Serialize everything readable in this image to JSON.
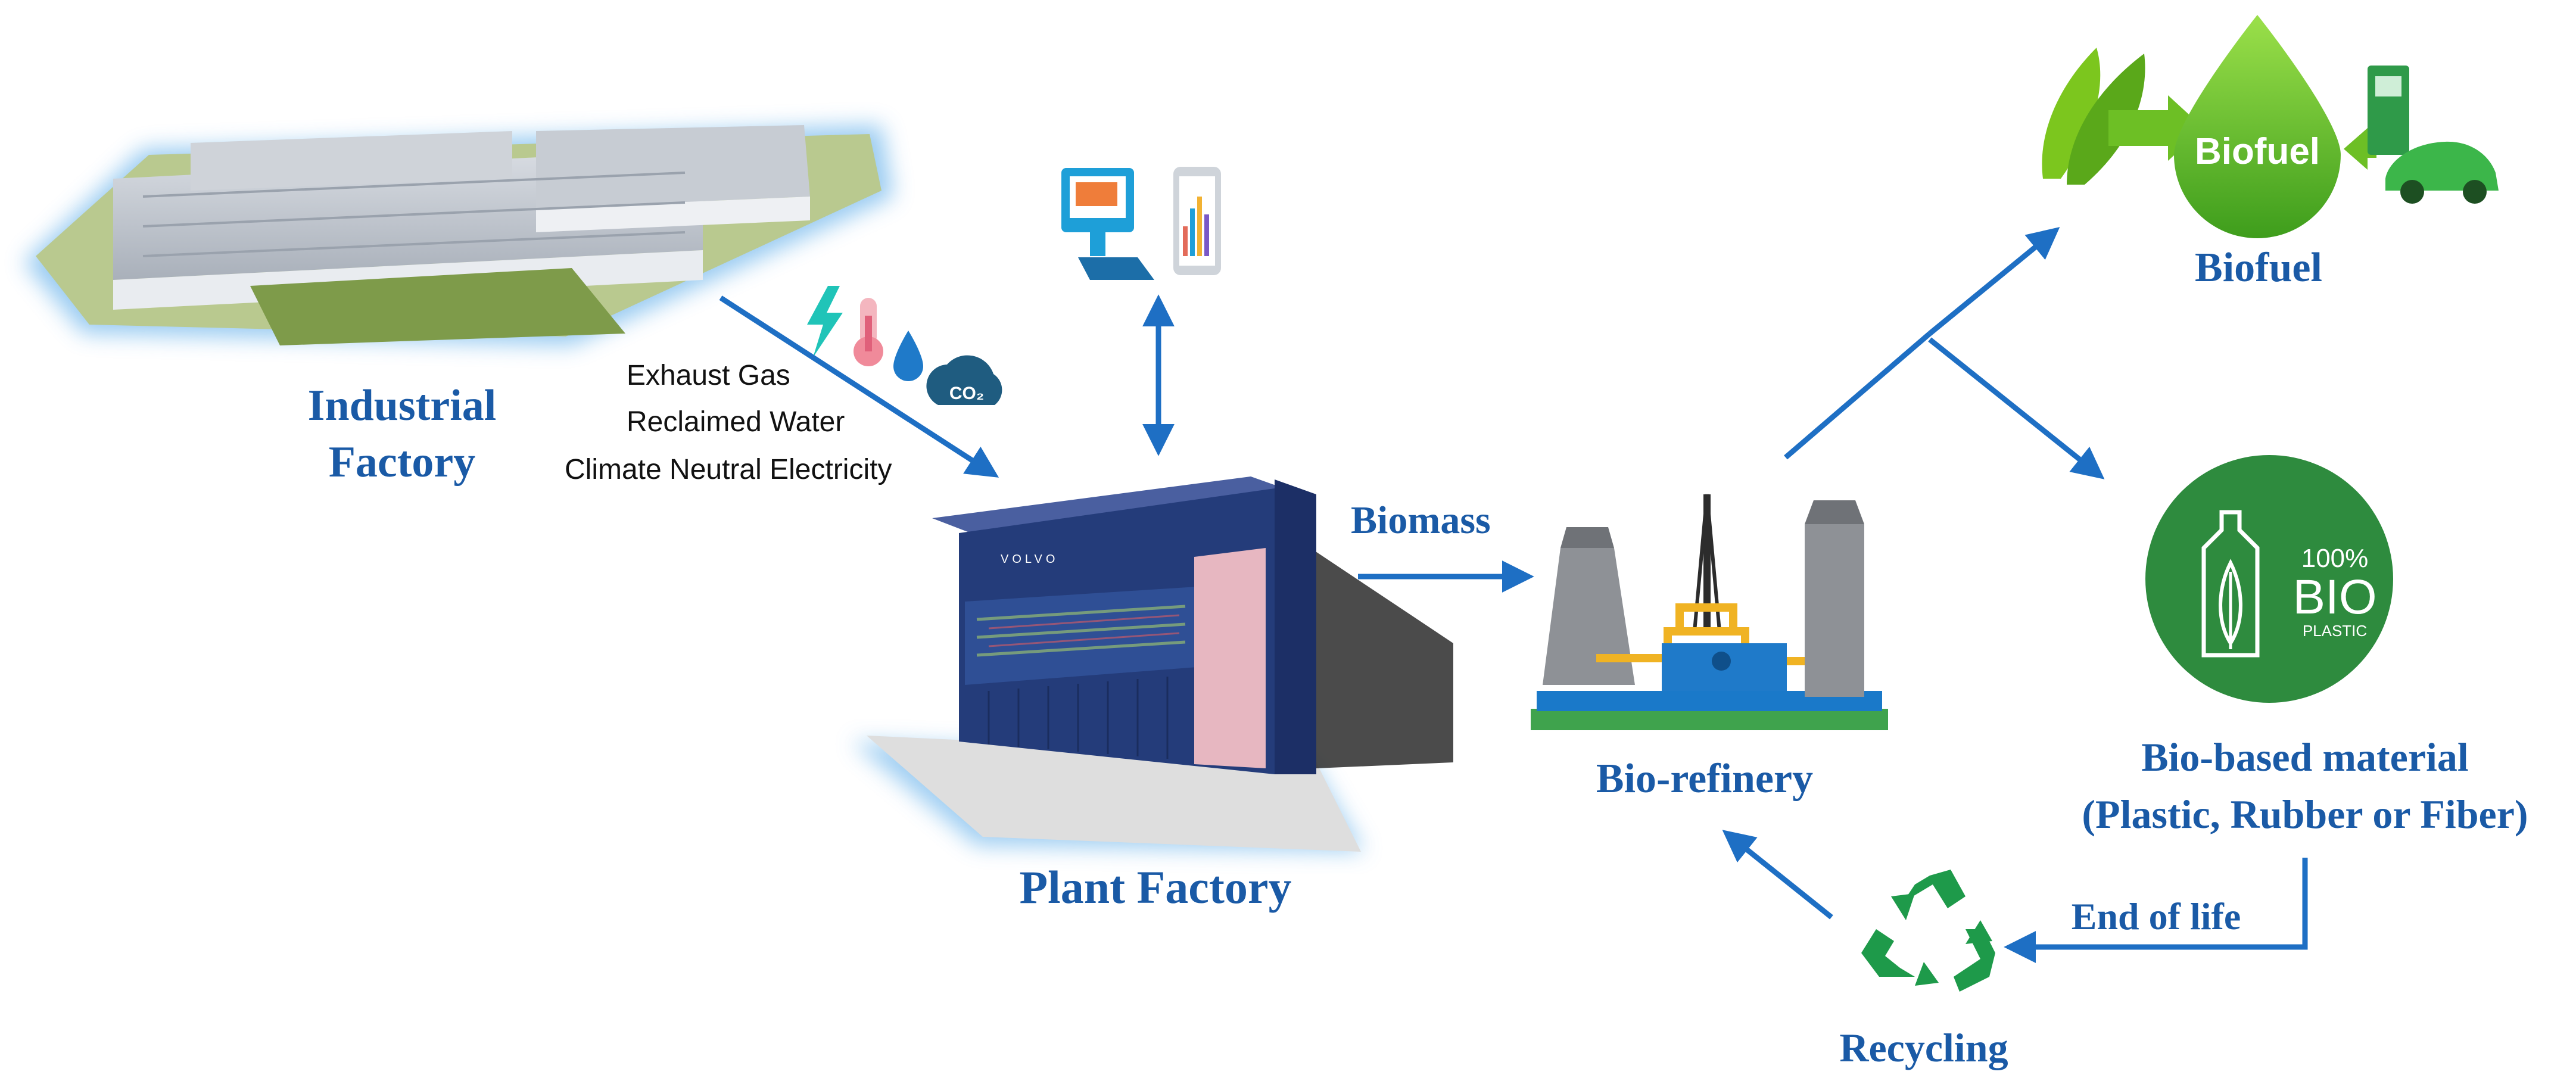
{
  "nodes": {
    "industrial_factory": {
      "line1": "Industrial",
      "line2": "Factory"
    },
    "plant_factory": {
      "label": "Plant Factory",
      "brand": "VOLVO"
    },
    "bio_refinery": {
      "label": "Bio-refinery"
    },
    "biofuel": {
      "label": "Biofuel",
      "drop_text": "Biofuel"
    },
    "bio_based_material": {
      "line1": "Bio-based material",
      "line2": "(Plastic, Rubber or Fiber)",
      "badge_line1": "100%",
      "badge_line2": "BIO",
      "badge_line3": "PLASTIC"
    },
    "recycling": {
      "label": "Recycling"
    }
  },
  "inputs": {
    "items": [
      "Exhaust Gas",
      "Reclaimed Water",
      "Climate Neutral Electricity"
    ],
    "co2_text": "CO₂"
  },
  "edges": {
    "biomass": "Biomass",
    "end_of_life": "End of life"
  },
  "icons": [
    "lightning-icon",
    "thermometer-icon",
    "water-drop-icon",
    "co2-cloud-icon",
    "monitor-icon",
    "tablet-icon",
    "recycle-icon",
    "bottle-icon",
    "car-icon",
    "fuel-pump-icon",
    "leaf-icon"
  ],
  "colors": {
    "label_blue": "#1a5aa6",
    "arrow_blue": "#1e6fc4",
    "container_blue": "#243c7a",
    "green": "#2e8b3e",
    "lime": "#7cc61e",
    "glow": "#8fc6f0"
  }
}
